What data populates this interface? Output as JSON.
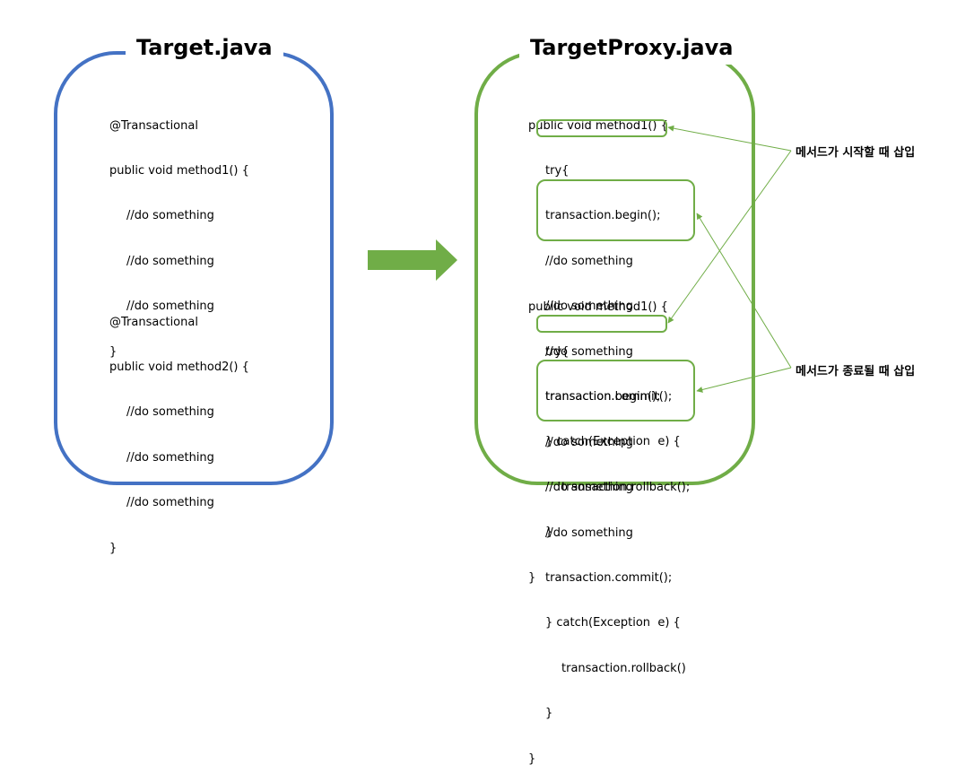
{
  "target_panel": {
    "title": "Target.java",
    "block1": [
      "@Transactional",
      "public void method1() {",
      "//do something",
      "//do something",
      "//do something",
      "}"
    ],
    "block2": [
      "@Transactional",
      "public void method2() {",
      "//do something",
      "//do something",
      "//do something",
      "}"
    ]
  },
  "proxy_panel": {
    "title": "TargetProxy.java",
    "block1": [
      "public void method1() {",
      "try{",
      "transaction.begin();",
      "//do something",
      "//do something",
      "//do something",
      "transaction.commit();",
      "} catch(Exception  e) {",
      "transaction.rollback();",
      "}",
      "}"
    ],
    "block2": [
      "public void method1() {",
      "try{",
      "transaction.begin();",
      "//do something",
      "//do something",
      "//do something",
      "transaction.commit();",
      "} catch(Exception  e) {",
      "transaction.rollback()",
      "}",
      "}"
    ]
  },
  "annotations": {
    "start": "메서드가 시작할 때 삽입",
    "end": "메서드가 종료될 때 삽입"
  },
  "colors": {
    "target_border": "#4472c4",
    "proxy_border": "#70ad47",
    "arrow": "#70ad47"
  }
}
